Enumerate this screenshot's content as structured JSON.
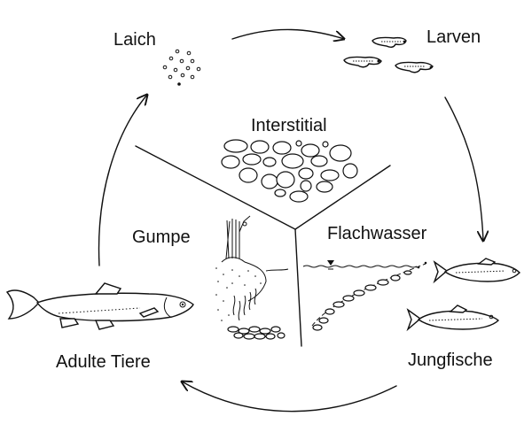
{
  "diagram": {
    "type": "life-cycle",
    "stages": [
      {
        "id": "laich",
        "label": "Laich"
      },
      {
        "id": "larven",
        "label": "Larven"
      },
      {
        "id": "jungfische",
        "label": "Jungfische"
      },
      {
        "id": "adulte",
        "label": "Adulte Tiere"
      }
    ],
    "habitats": [
      {
        "id": "interstitial",
        "label": "Interstitial"
      },
      {
        "id": "gumpe",
        "label": "Gumpe"
      },
      {
        "id": "flachwasser",
        "label": "Flachwasser"
      }
    ],
    "cycle_arrows": [
      {
        "from": "laich",
        "to": "larven"
      },
      {
        "from": "larven",
        "to": "jungfische"
      },
      {
        "from": "jungfische",
        "to": "adulte"
      },
      {
        "from": "adulte",
        "to": "laich"
      }
    ],
    "colors": {
      "ink": "#111111",
      "background": "#ffffff"
    }
  }
}
